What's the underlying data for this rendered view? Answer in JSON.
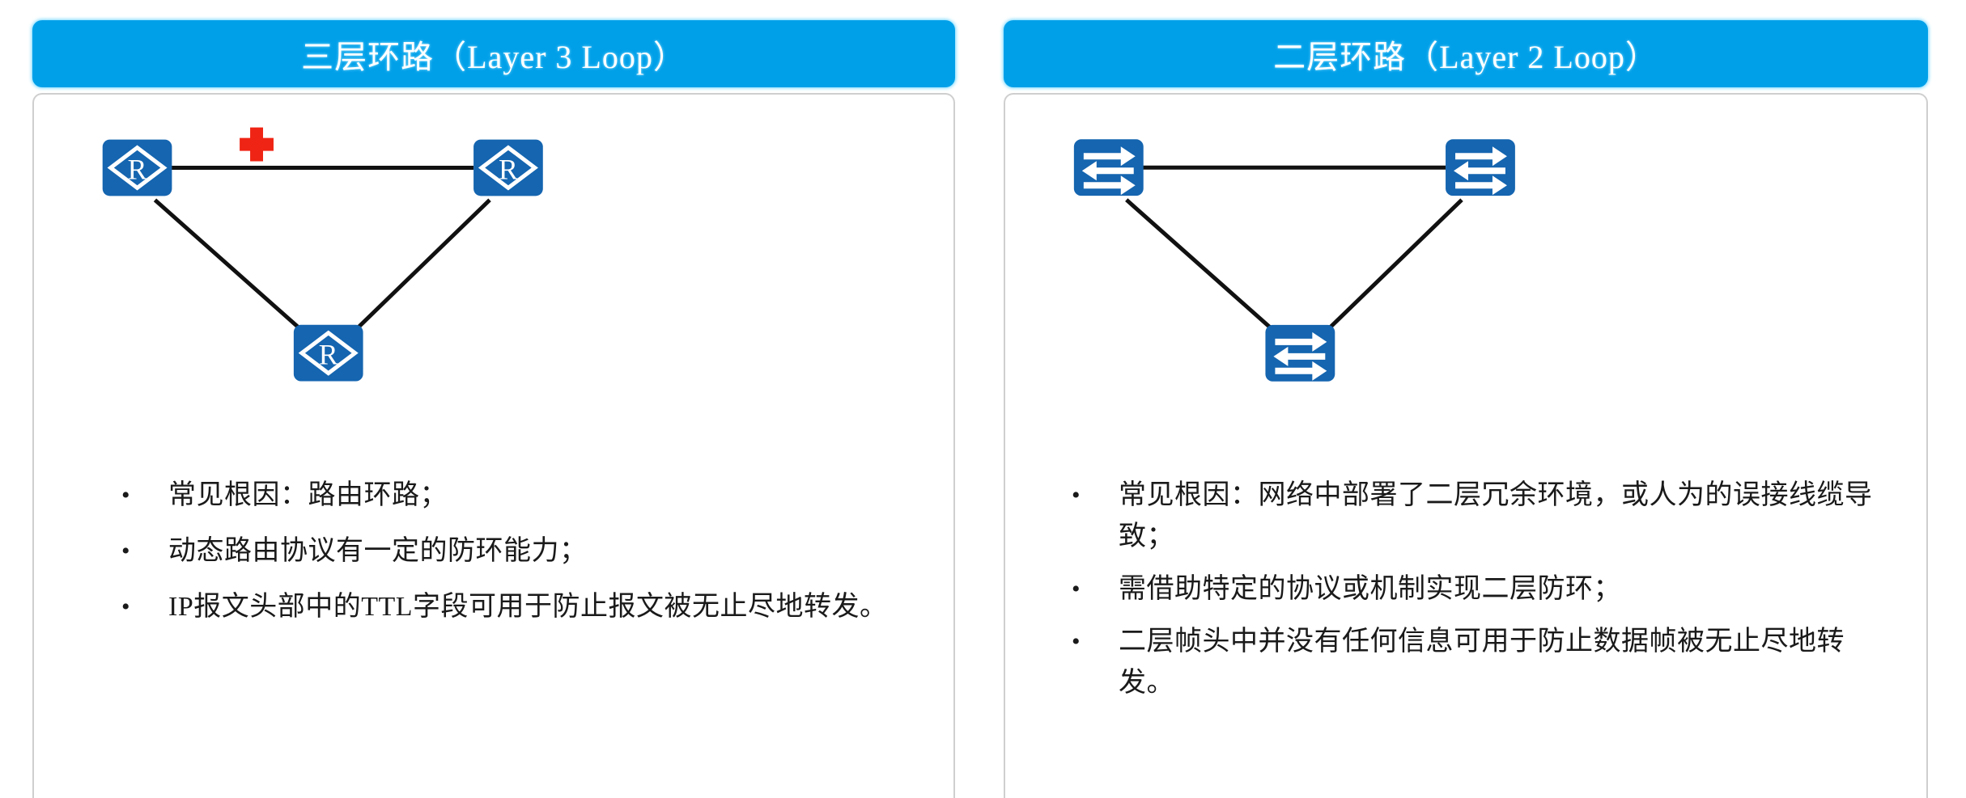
{
  "colors": {
    "header_bg": "#00a0e9",
    "header_text": "#ffffff",
    "card_border": "#cfcfcf",
    "node_fill": "#1565b0",
    "node_glyph": "#ffffff",
    "link_line": "#111111",
    "marker_red": "#ef2414",
    "body_text": "#1a1a1a",
    "page_bg": "#ffffff"
  },
  "panels": [
    {
      "id": "layer3-loop",
      "header": {
        "title": "三层环路（Layer 3 Loop）"
      },
      "diagram": {
        "type": "triangle-topology",
        "node_kind": "router",
        "node_glyph": "R",
        "nodes": [
          {
            "name": "router-top-left",
            "label": "R"
          },
          {
            "name": "router-top-right",
            "label": "R"
          },
          {
            "name": "router-bottom",
            "label": "R"
          }
        ],
        "links": [
          {
            "from": "router-top-left",
            "to": "router-top-right"
          },
          {
            "from": "router-top-left",
            "to": "router-bottom"
          },
          {
            "from": "router-top-right",
            "to": "router-bottom"
          }
        ],
        "markers": [
          {
            "name": "red-cross-marker",
            "shape": "plus"
          }
        ]
      },
      "bullets": [
        {
          "marker": "•",
          "text": "常见根因：路由环路；"
        },
        {
          "marker": "•",
          "text": "动态路由协议有一定的防环能力；"
        },
        {
          "marker": "•",
          "text": "IP报文头部中的TTL字段可用于防止报文被无止尽地转发。"
        }
      ]
    },
    {
      "id": "layer2-loop",
      "header": {
        "title": "二层环路（Layer 2 Loop）"
      },
      "diagram": {
        "type": "triangle-topology",
        "node_kind": "switch",
        "node_glyph": "arrows",
        "nodes": [
          {
            "name": "switch-top-left",
            "label": ""
          },
          {
            "name": "switch-top-right",
            "label": ""
          },
          {
            "name": "switch-bottom",
            "label": ""
          }
        ],
        "links": [
          {
            "from": "switch-top-left",
            "to": "switch-top-right"
          },
          {
            "from": "switch-top-left",
            "to": "switch-bottom"
          },
          {
            "from": "switch-top-right",
            "to": "switch-bottom"
          }
        ],
        "markers": []
      },
      "bullets": [
        {
          "marker": "•",
          "text": "常见根因：网络中部署了二层冗余环境，或人为的误接线缆导致；"
        },
        {
          "marker": "•",
          "text": "需借助特定的协议或机制实现二层防环；"
        },
        {
          "marker": "•",
          "text": "二层帧头中并没有任何信息可用于防止数据帧被无止尽地转发。"
        }
      ]
    }
  ]
}
